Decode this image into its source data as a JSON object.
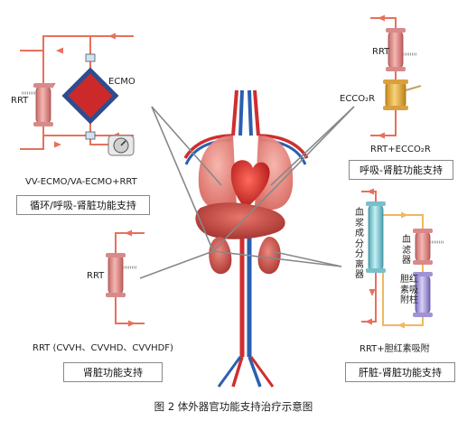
{
  "caption": "图 2 体外器官功能支持治疗示意图",
  "panels": {
    "ecmo": {
      "device_rrt_label": "RRT",
      "device_ecmo_label": "ECMO",
      "mode_label": "VV-ECMO/VA-ECMO+RRT",
      "support_box": "循环/呼吸-肾脏功能支持"
    },
    "ecco2r": {
      "device_rrt_label": "RRT",
      "device_ecco2r_label": "ECCO₂R",
      "mode_label": "RRT+ECCO₂R",
      "support_box": "呼吸-肾脏功能支持"
    },
    "rrt": {
      "device_rrt_label": "RRT",
      "mode_label": "RRT (CVVH、CVVHD、CVVHDF)",
      "support_box": "肾脏功能支持"
    },
    "liver": {
      "plasma_separator_label": "血浆成分分离器",
      "hemofilter_label": "血滤器",
      "bilirubin_column_label": "胆红素吸附柱",
      "mode_label": "RRT+胆红素吸附",
      "support_box": "肝脏-肾脏功能支持"
    }
  },
  "colors": {
    "tube_red": "#e8705c",
    "tube_orange": "#f0b860",
    "ecmo_diamond_fill": "#cc2a2a",
    "ecmo_diamond_border": "#2e4d8f",
    "filter_pink": "#e79a98",
    "ecco2r_yellow": "#e9b23a",
    "separator_cyan": "#8fd3de",
    "column_purple": "#a79ad8"
  },
  "icons": {
    "anatomy": "human-torso-organs-illustration",
    "pump": "centrifugal-pump-icon"
  }
}
